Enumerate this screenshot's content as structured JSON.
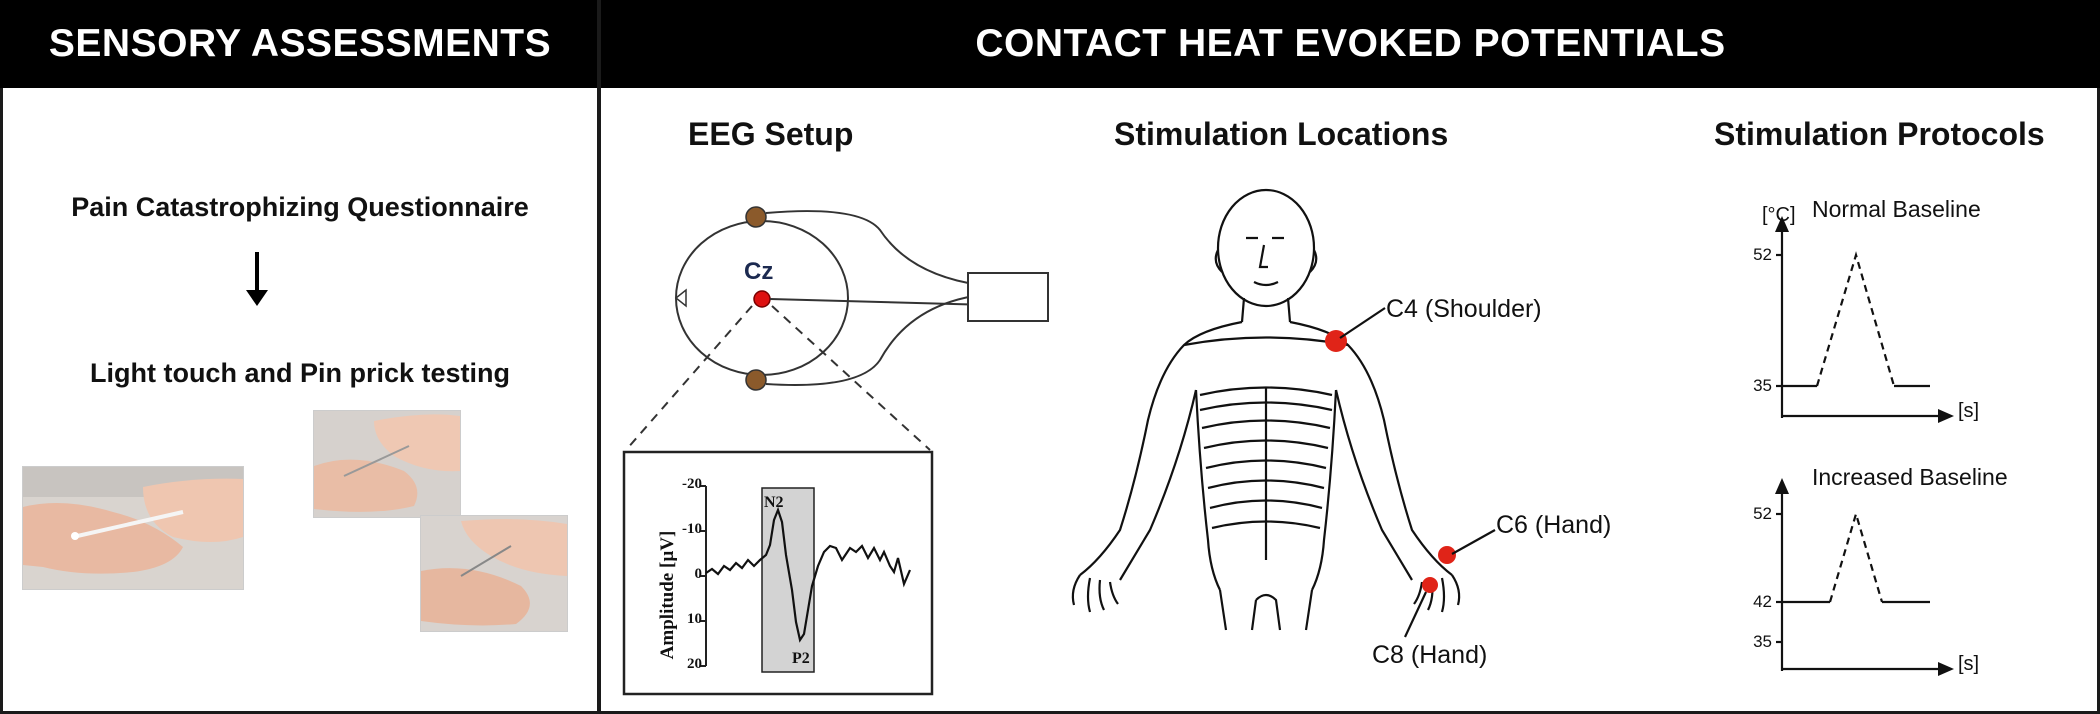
{
  "headers": {
    "left": "SENSORY ASSESSMENTS",
    "right": "CONTACT HEAT EVOKED POTENTIALS"
  },
  "sensory": {
    "step1": "Pain Catastrophizing Questionnaire",
    "step2": "Light touch and Pin prick testing"
  },
  "eeg": {
    "title": "EEG Setup",
    "electrode_label": "Cz",
    "waveform": {
      "ylabel": "Amplitude [µV]",
      "ticks": [
        "-20",
        "-10",
        "0",
        "10",
        "20"
      ],
      "peak_n2": "N2",
      "peak_p2": "P2"
    }
  },
  "locations": {
    "title": "Stimulation Locations",
    "labels": [
      "C4 (Shoulder)",
      "C6 (Hand)",
      "C8 (Hand)"
    ],
    "marker_color": "#e02418"
  },
  "protocols": {
    "title": "Stimulation Protocols",
    "unit_y": "[°C]",
    "unit_x": "[s]",
    "normal": {
      "name": "Normal Baseline",
      "baseline": "35",
      "peak": "52"
    },
    "increased": {
      "name": "Increased Baseline",
      "peak": "52",
      "baseline": "42",
      "floor": "35"
    }
  }
}
